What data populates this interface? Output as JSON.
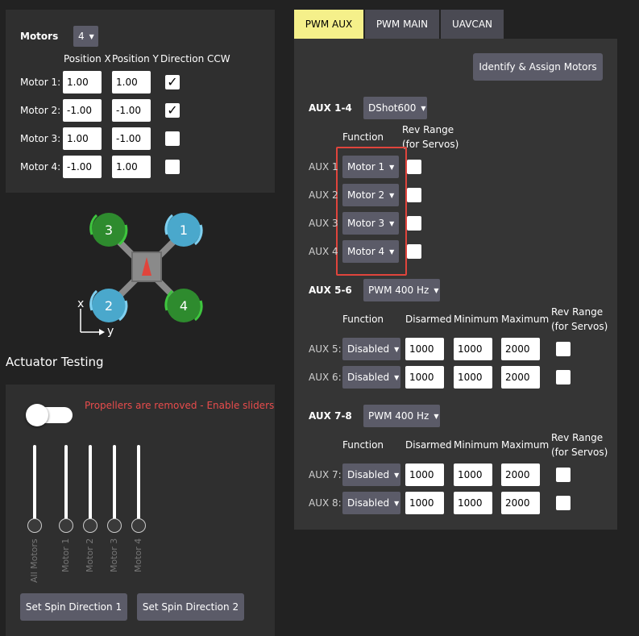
{
  "motors_panel": {
    "title": "Motors",
    "count": "4",
    "col_x": "Position X",
    "col_y": "Position Y",
    "col_dir": "Direction CCW",
    "rows": [
      {
        "label": "Motor 1:",
        "x": "1.00",
        "y": "1.00",
        "ccw": true
      },
      {
        "label": "Motor 2:",
        "x": "-1.00",
        "y": "-1.00",
        "ccw": true
      },
      {
        "label": "Motor 3:",
        "x": "1.00",
        "y": "-1.00",
        "ccw": false
      },
      {
        "label": "Motor 4:",
        "x": "-1.00",
        "y": "1.00",
        "ccw": false
      }
    ]
  },
  "diagram": {
    "motor_labels": [
      "1",
      "2",
      "3",
      "4"
    ],
    "axis_x": "x",
    "axis_y": "y",
    "colors": {
      "ccw": "#2e8b2e",
      "cw": "#4aa8cc",
      "frame": "#8a8a8a",
      "arrow": "#e0443c"
    }
  },
  "actuator": {
    "title": "Actuator Testing",
    "warning": "Propellers are removed - Enable sliders",
    "sliders": [
      "All Motors",
      "Motor 1",
      "Motor 2",
      "Motor 3",
      "Motor 4"
    ],
    "btn1": "Set Spin Direction 1",
    "btn2": "Set Spin Direction 2"
  },
  "tabs": [
    {
      "label": "PWM AUX",
      "active": true
    },
    {
      "label": "PWM MAIN",
      "active": false
    },
    {
      "label": "UAVCAN",
      "active": false
    }
  ],
  "identify_btn": "Identify & Assign Motors",
  "aux14": {
    "title": "AUX 1-4",
    "protocol": "DShot600",
    "col_function": "Function",
    "col_rev1": "Rev Range",
    "col_rev2": "(for Servos)",
    "rows": [
      {
        "label": "AUX 1",
        "func": "Motor 1"
      },
      {
        "label": "AUX 2",
        "func": "Motor 2"
      },
      {
        "label": "AUX 3",
        "func": "Motor 3"
      },
      {
        "label": "AUX 4",
        "func": "Motor 4"
      }
    ]
  },
  "aux56": {
    "title": "AUX 5-6",
    "protocol": "PWM 400 Hz",
    "col_function": "Function",
    "col_disarmed": "Disarmed",
    "col_min": "Minimum",
    "col_max": "Maximum",
    "col_rev1": "Rev Range",
    "col_rev2": "(for Servos)",
    "rows": [
      {
        "label": "AUX 5:",
        "func": "Disabled",
        "disarmed": "1000",
        "min": "1000",
        "max": "2000"
      },
      {
        "label": "AUX 6:",
        "func": "Disabled",
        "disarmed": "1000",
        "min": "1000",
        "max": "2000"
      }
    ]
  },
  "aux78": {
    "title": "AUX 7-8",
    "protocol": "PWM 400 Hz",
    "col_function": "Function",
    "col_disarmed": "Disarmed",
    "col_min": "Minimum",
    "col_max": "Maximum",
    "col_rev1": "Rev Range",
    "col_rev2": "(for Servos)",
    "rows": [
      {
        "label": "AUX 7:",
        "func": "Disabled",
        "disarmed": "1000",
        "min": "1000",
        "max": "2000"
      },
      {
        "label": "AUX 8:",
        "func": "Disabled",
        "disarmed": "1000",
        "min": "1000",
        "max": "2000"
      }
    ]
  }
}
